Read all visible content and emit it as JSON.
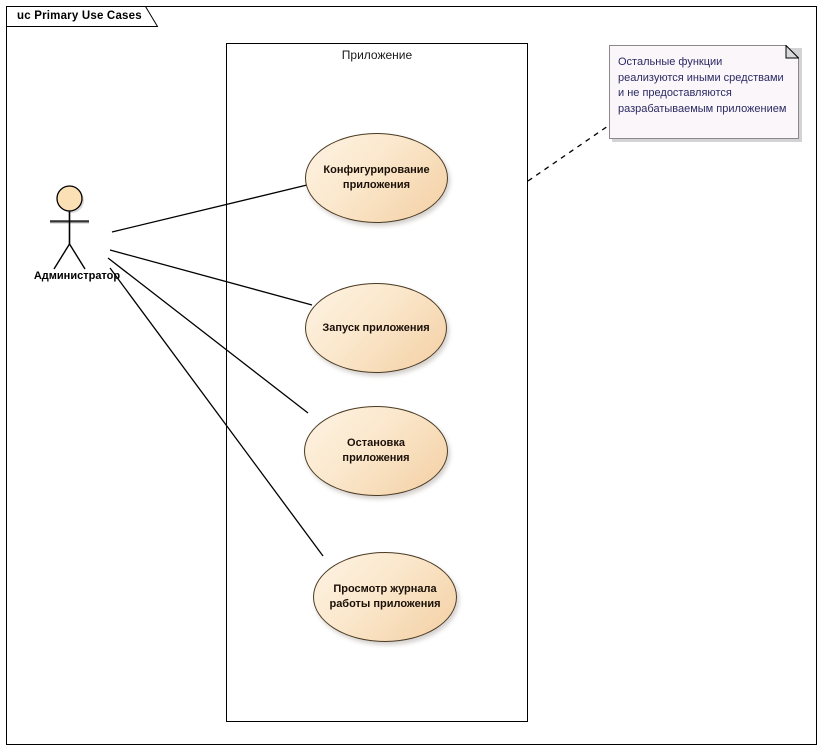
{
  "diagram": {
    "title": "uc Primary Use Cases",
    "type": "uml-use-case-diagram",
    "frame": {
      "border_color": "#000000",
      "background": "#ffffff"
    }
  },
  "system_boundary": {
    "label": "Приложение",
    "border_color": "#000000"
  },
  "actors": [
    {
      "name": "actor-administrator",
      "label": "Администратор",
      "head_fill": "#fbdfb5"
    }
  ],
  "use_cases": [
    {
      "id": "uc-configure",
      "label": "Конфигурирование приложения",
      "line1": "Конфигурирование",
      "line2": "приложения"
    },
    {
      "id": "uc-start",
      "label": "Запуск приложения",
      "line1": "Запуск приложения",
      "line2": ""
    },
    {
      "id": "uc-stop",
      "label": "Остановка приложения",
      "line1": "Остановка",
      "line2": "приложения"
    },
    {
      "id": "uc-view-log",
      "label": "Просмотр журнала работы приложения",
      "line1": "Просмотр журнала",
      "line2": "работы приложения"
    }
  ],
  "note": {
    "text": "Остальные функции реализуются иными средствами и не предоставляются разрабатываемым приложением",
    "fill": "#faf6fa",
    "text_color": "#2b2a63",
    "border_color": "#8a8a8a"
  },
  "associations": [
    {
      "from": "actor-administrator",
      "to": "uc-configure"
    },
    {
      "from": "actor-administrator",
      "to": "uc-start"
    },
    {
      "from": "actor-administrator",
      "to": "uc-stop"
    },
    {
      "from": "actor-administrator",
      "to": "uc-view-log"
    }
  ],
  "anchor_link": {
    "from": "note",
    "to": "system-boundary",
    "style": "dashed"
  },
  "colors": {
    "usecase_fill_light": "#fdf3e3",
    "usecase_fill_dark": "#f3cfa3",
    "usecase_border": "#4a3a22",
    "line": "#000000"
  }
}
